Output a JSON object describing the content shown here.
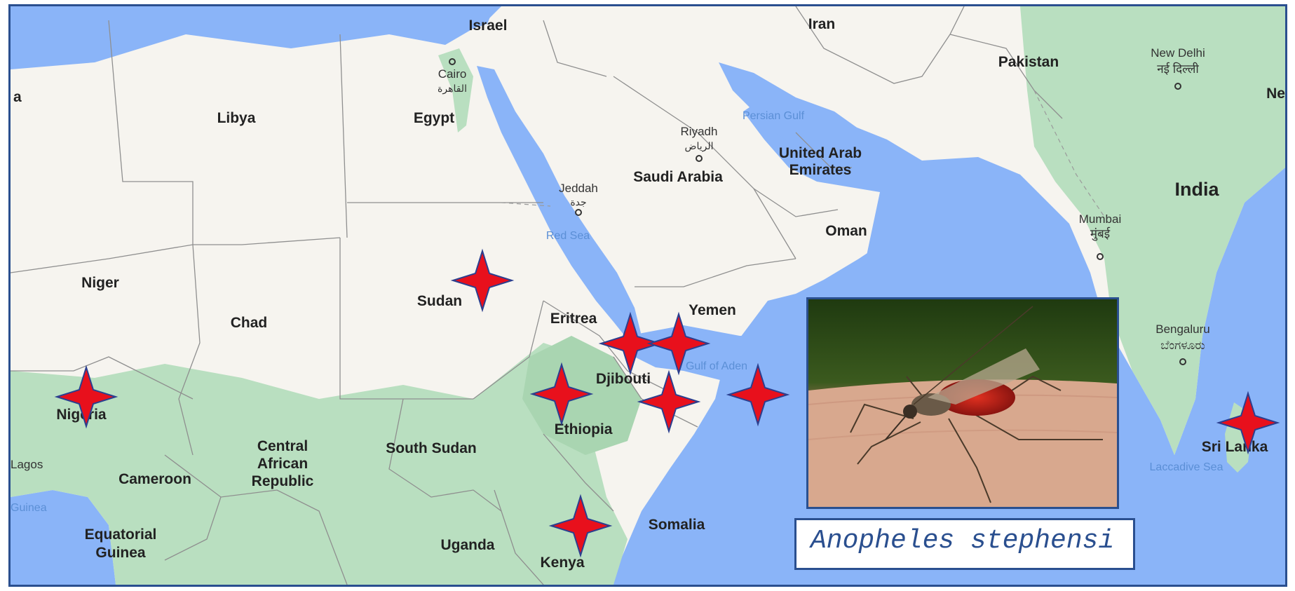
{
  "countries": {
    "israel": "Israel",
    "iran": "Iran",
    "pakistan": "Pakistan",
    "libya": "Libya",
    "egypt": "Egypt",
    "saudi_arabia": "Saudi Arabia",
    "uae_line1": "United Arab",
    "uae_line2": "Emirates",
    "india": "India",
    "oman": "Oman",
    "niger": "Niger",
    "sudan": "Sudan",
    "chad": "Chad",
    "eritrea": "Eritrea",
    "yemen": "Yemen",
    "djibouti": "Djibouti",
    "nigeria": "Nigeria",
    "ethiopia": "Ethiopia",
    "south_sudan": "South Sudan",
    "car_line1": "Central",
    "car_line2": "African",
    "car_line3": "Republic",
    "cameroon": "Cameroon",
    "sri_lanka": "Sri Lanka",
    "eq_guinea_line1": "Equatorial",
    "eq_guinea_line2": "Guinea",
    "uganda": "Uganda",
    "somalia": "Somalia",
    "kenya": "Kenya",
    "edge_left": "a",
    "edge_right": "Ne"
  },
  "cities": {
    "cairo": "Cairo",
    "cairo_ar": "القاهرة",
    "riyadh": "Riyadh",
    "riyadh_ar": "الرياض",
    "jeddah": "Jeddah",
    "jeddah_ar": "جدة",
    "new_delhi": "New Delhi",
    "new_delhi_hi": "नई दिल्ली",
    "mumbai": "Mumbai",
    "mumbai_mr": "मुंबई",
    "bengaluru": "Bengaluru",
    "bengaluru_kn": "ಬೆಂಗಳೂರು",
    "lagos": "Lagos"
  },
  "water": {
    "persian_gulf": "Persian Gulf",
    "red_sea": "Red Sea",
    "gulf_of_aden": "Gulf of Aden",
    "laccadive_sea": "Laccadive Sea",
    "guinea": "Guinea"
  },
  "colors": {
    "water": "#8ab4f8",
    "land": "#f6f4ef",
    "green": "#b9dfc0",
    "marker": "#e8101c",
    "marker_outline": "#2b3f8f",
    "frame": "#2a4f8f"
  },
  "markers": {
    "icon": "four-point-star-icon",
    "locations": [
      "Sudan",
      "Eritrea",
      "Yemen",
      "Djibouti",
      "Ethiopia",
      "Somaliland",
      "Kenya",
      "Nigeria",
      "Sri Lanka"
    ]
  },
  "caption": {
    "text": "Anopheles stephensi"
  },
  "photo": {
    "subject": "mosquito-on-skin"
  }
}
